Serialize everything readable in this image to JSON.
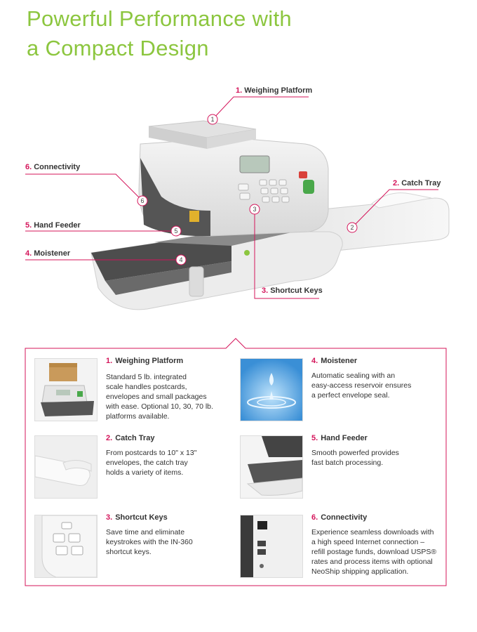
{
  "headline": {
    "line1": "Powerful Performance with",
    "line2": "a Compact Design"
  },
  "accent_color": "#8cc63f",
  "callout_color": "#d4145a",
  "callouts": [
    {
      "num": "1.",
      "label": "Weighing Platform",
      "marker": "1"
    },
    {
      "num": "2.",
      "label": "Catch Tray",
      "marker": "2"
    },
    {
      "num": "3.",
      "label": "Shortcut Keys",
      "marker": "3"
    },
    {
      "num": "4.",
      "label": "Moistener",
      "marker": "4"
    },
    {
      "num": "5.",
      "label": "Hand Feeder",
      "marker": "5"
    },
    {
      "num": "6.",
      "label": "Connectivity",
      "marker": "6"
    }
  ],
  "features": [
    {
      "num": "1.",
      "title": "Weighing Platform",
      "icon": "weighing-platform-photo",
      "lines": [
        "Standard 5 lb. integrated",
        "scale handles postcards,",
        "envelopes and small packages",
        "with ease. Optional 10, 30, 70 lb.",
        "platforms available."
      ]
    },
    {
      "num": "2.",
      "title": "Catch Tray",
      "icon": "catch-tray-photo",
      "lines": [
        "From postcards to 10\" x 13\"",
        "envelopes, the catch tray",
        "holds a variety of items."
      ]
    },
    {
      "num": "3.",
      "title": "Shortcut Keys",
      "icon": "shortcut-keys-photo",
      "lines": [
        "Save time and eliminate",
        "keystrokes with the IN-360",
        "shortcut keys."
      ]
    },
    {
      "num": "4.",
      "title": "Moistener",
      "icon": "water-drop-photo",
      "lines": [
        "Automatic sealing with an",
        "easy-access reservoir ensures",
        "a perfect envelope seal."
      ]
    },
    {
      "num": "5.",
      "title": "Hand Feeder",
      "icon": "hand-feeder-photo",
      "lines": [
        "Smooth powerfed provides",
        "fast batch processing."
      ]
    },
    {
      "num": "6.",
      "title": "Connectivity",
      "icon": "connectivity-ports-photo",
      "lines": [
        "Experience seamless downloads with",
        "a high speed Internet connection –",
        "refill postage funds, download USPS®",
        "rates and process items with optional",
        "NeoShip shipping application."
      ]
    }
  ]
}
